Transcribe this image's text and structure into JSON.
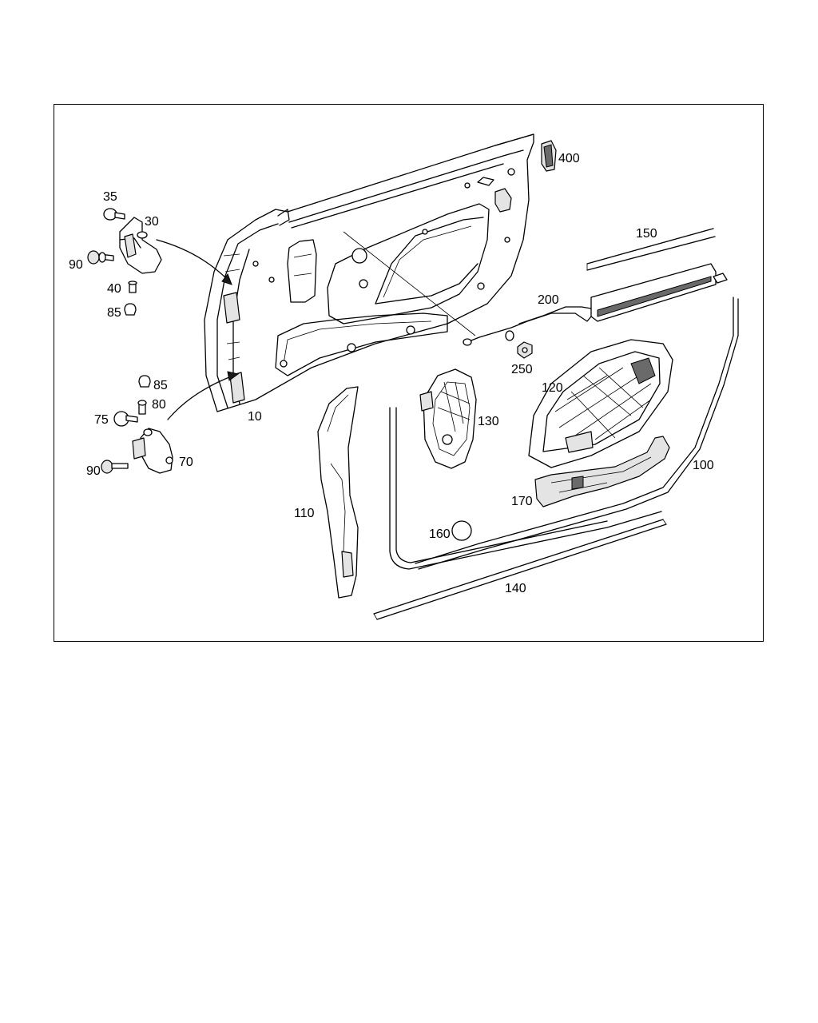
{
  "diagram": {
    "frame_border_color": "#000000",
    "background_color": "#ffffff",
    "part_labels": {
      "p10": "10",
      "p30": "30",
      "p35": "35",
      "p40": "40",
      "p70": "70",
      "p75": "75",
      "p80": "80",
      "p85_top": "85",
      "p85_bottom": "85",
      "p90_top": "90",
      "p90_bottom": "90",
      "p100": "100",
      "p110": "110",
      "p120": "120",
      "p130": "130",
      "p140": "140",
      "p150": "150",
      "p160": "160",
      "p170": "170",
      "p200": "200",
      "p250": "250",
      "p400": "400"
    }
  }
}
